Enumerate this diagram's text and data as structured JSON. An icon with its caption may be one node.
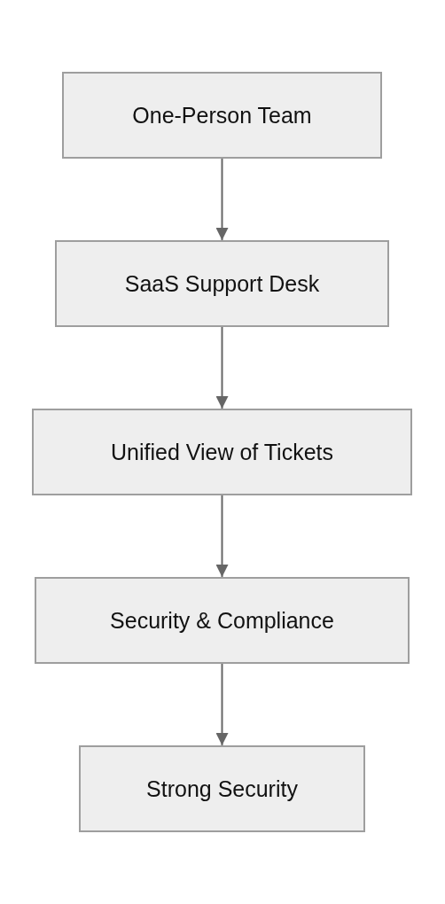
{
  "diagram": {
    "nodes": [
      {
        "text": [
          "One-Person Team"
        ]
      },
      {
        "text": [
          "SaaS Support Desk"
        ]
      },
      {
        "text": [
          "Unified View of Tickets"
        ]
      },
      {
        "text": [
          "Security & Compliance"
        ]
      },
      {
        "text": [
          "Strong Security"
        ]
      }
    ],
    "edges": [
      {
        "from": 0,
        "to": 1,
        "arrow": "to"
      },
      {
        "from": 1,
        "to": 2,
        "arrow": "to"
      },
      {
        "from": 2,
        "to": 3,
        "arrow": "to"
      },
      {
        "from": 3,
        "to": 4,
        "arrow": "to"
      }
    ]
  }
}
